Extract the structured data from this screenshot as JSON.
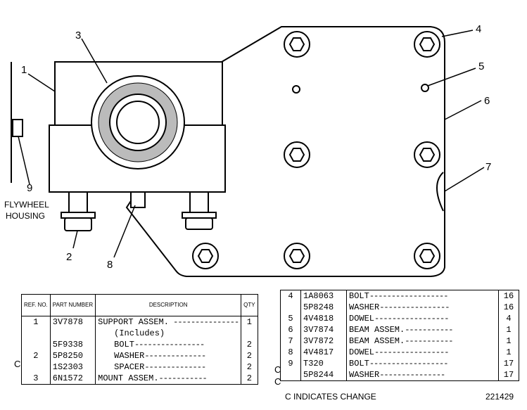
{
  "callouts": [
    "1",
    "2",
    "3",
    "4",
    "5",
    "6",
    "7",
    "8",
    "9"
  ],
  "flywheel_label": [
    "FLYWHEEL",
    "HOUSING"
  ],
  "left_table": {
    "headers": {
      "ref": "REF. NO.",
      "part": "PART NUMBER",
      "desc": "DESCRIPTION",
      "qty": "QTY"
    },
    "rows": [
      {
        "ref": "1",
        "part": "3V7878",
        "desc": "SUPPORT ASSEM.",
        "qty": "1"
      },
      {
        "ref": "",
        "part": "",
        "desc": "(Includes)",
        "qty": ""
      },
      {
        "ref": "",
        "part": "5F9338",
        "desc": "BOLT",
        "qty": "2"
      },
      {
        "ref": "2",
        "part": "5P8250",
        "desc": "WASHER",
        "qty": "2"
      },
      {
        "ref": "",
        "part": "1S2303",
        "desc": "SPACER",
        "qty": "2"
      },
      {
        "ref": "3",
        "part": "6N1572",
        "desc": "MOUNT ASSEM.",
        "qty": "2"
      }
    ],
    "change_mark": "C"
  },
  "right_table": {
    "rows": [
      {
        "ref": "4",
        "part": "1A8063",
        "desc": "BOLT",
        "qty": "16"
      },
      {
        "ref": "",
        "part": "5P8248",
        "desc": "WASHER",
        "qty": "16"
      },
      {
        "ref": "5",
        "part": "4V4818",
        "desc": "DOWEL",
        "qty": "4"
      },
      {
        "ref": "6",
        "part": "3V7874",
        "desc": "BEAM ASSEM.",
        "qty": "1"
      },
      {
        "ref": "7",
        "part": "3V7872",
        "desc": "BEAM ASSEM.",
        "qty": "1"
      },
      {
        "ref": "8",
        "part": "4V4817",
        "desc": "DOWEL",
        "qty": "1"
      },
      {
        "ref": "9",
        "part": "T320",
        "desc": "BOLT",
        "qty": "17"
      },
      {
        "ref": "",
        "part": "5P8244",
        "desc": "WASHER",
        "qty": "17"
      }
    ],
    "change_mark": "C"
  },
  "footer_note": "C INDICATES CHANGE",
  "figure_number": "221429"
}
